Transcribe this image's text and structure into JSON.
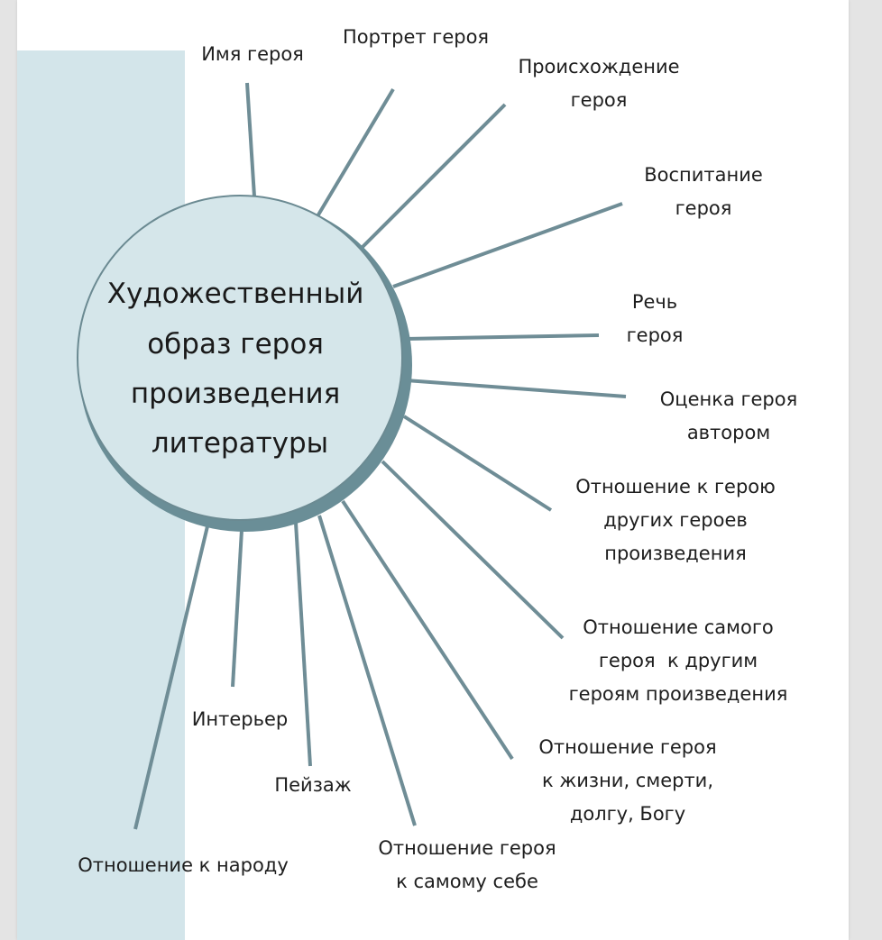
{
  "diagram": {
    "center": {
      "lines": [
        "Художественный",
        "образ героя",
        "произведения",
        "литературы"
      ]
    },
    "branches": [
      {
        "id": "name",
        "lines": [
          "Имя героя"
        ]
      },
      {
        "id": "portrait",
        "lines": [
          "Портрет героя"
        ]
      },
      {
        "id": "origin",
        "lines": [
          "Происхождение",
          "героя"
        ]
      },
      {
        "id": "upbringing",
        "lines": [
          "Воспитание",
          "героя"
        ]
      },
      {
        "id": "speech",
        "lines": [
          "Речь",
          "героя"
        ]
      },
      {
        "id": "author-assessment",
        "lines": [
          "Оценка героя",
          "автором"
        ]
      },
      {
        "id": "others-attitude",
        "lines": [
          "Отношение к герою",
          "других героев",
          "произведения"
        ]
      },
      {
        "id": "own-attitude",
        "lines": [
          "Отношение самого",
          "героя  к другим",
          "героям произведения"
        ]
      },
      {
        "id": "life-attitude",
        "lines": [
          "Отношение героя",
          "к жизни, смерти,",
          "долгу, Богу"
        ]
      },
      {
        "id": "self-attitude",
        "lines": [
          "Отношение героя",
          "к самому себе"
        ]
      },
      {
        "id": "landscape",
        "lines": [
          "Пейзаж"
        ]
      },
      {
        "id": "interior",
        "lines": [
          "Интерьер"
        ]
      },
      {
        "id": "people-attitude",
        "lines": [
          "Отношение к народу"
        ]
      }
    ],
    "colors": {
      "circle_fill": "#d5e6ea",
      "circle_stroke": "#6b8a92",
      "circle_shadow": "#6a8e97",
      "line": "#6f8d96",
      "band": "#d3e5ea"
    }
  }
}
